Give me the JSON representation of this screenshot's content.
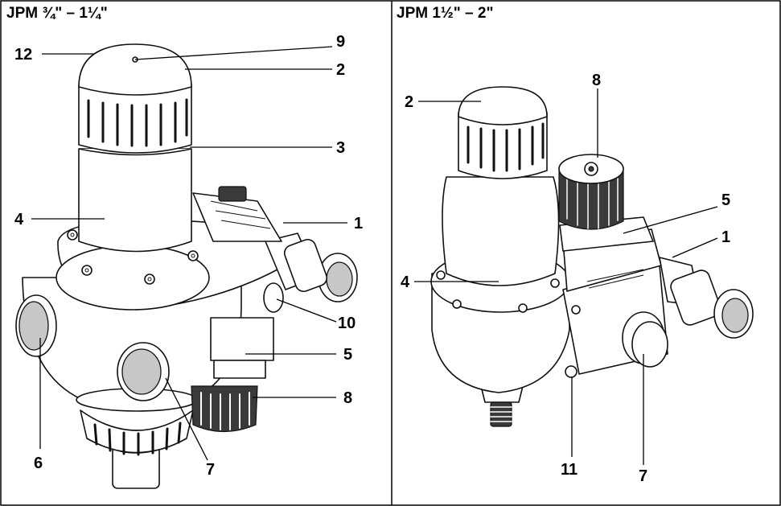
{
  "panels": [
    {
      "title": "JPM ¾\" – 1¼\"",
      "callouts": [
        "12",
        "9",
        "2",
        "3",
        "4",
        "1",
        "10",
        "5",
        "8",
        "6",
        "7"
      ]
    },
    {
      "title": "JPM 1½\" – 2\"",
      "callouts": [
        "8",
        "2",
        "5",
        "1",
        "4",
        "11",
        "7"
      ]
    }
  ]
}
